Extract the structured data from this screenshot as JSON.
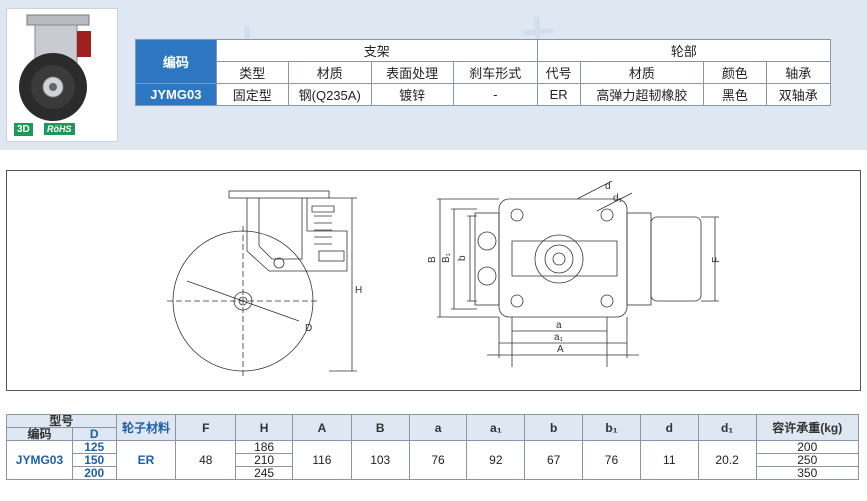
{
  "badges": {
    "three_d": "3D",
    "rohs": "RöHS"
  },
  "spec_table": {
    "code_header": "编码",
    "bracket_header": "支架",
    "wheel_header": "轮部",
    "sub_headers": [
      "类型",
      "材质",
      "表面处理",
      "刹车形式",
      "代号",
      "材质",
      "颜色",
      "轴承"
    ],
    "row": {
      "code": "JYMG03",
      "cells": [
        "固定型",
        "钢(Q235A)",
        "镀锌",
        "-",
        "ER",
        "高弹力超韧橡胶",
        "黑色",
        "双轴承"
      ]
    }
  },
  "drawing_labels": {
    "H": "H",
    "D": "D",
    "B": "B",
    "B1": "B₁",
    "b": "b",
    "F": "F",
    "a": "a",
    "a1": "a₁",
    "A": "A",
    "d": "d",
    "d1": "d₁"
  },
  "data_table": {
    "model_header": "型号",
    "code_header": "编码",
    "d_header": "D",
    "wheel_material_header": "轮子材料",
    "col_headers": [
      "F",
      "H",
      "A",
      "B",
      "a",
      "a₁",
      "b",
      "b₁",
      "d",
      "d₁"
    ],
    "load_header": "容许承重(kg)",
    "code": "JYMG03",
    "wheel_material": "ER",
    "D_values": [
      "125",
      "150",
      "200"
    ],
    "F": "48",
    "H_values": [
      "186",
      "210",
      "245"
    ],
    "A": "116",
    "B": "103",
    "a": "76",
    "a1": "92",
    "b": "67",
    "b1": "76",
    "d": "11",
    "d1": "20.2",
    "load_values": [
      "200",
      "250",
      "350"
    ]
  }
}
